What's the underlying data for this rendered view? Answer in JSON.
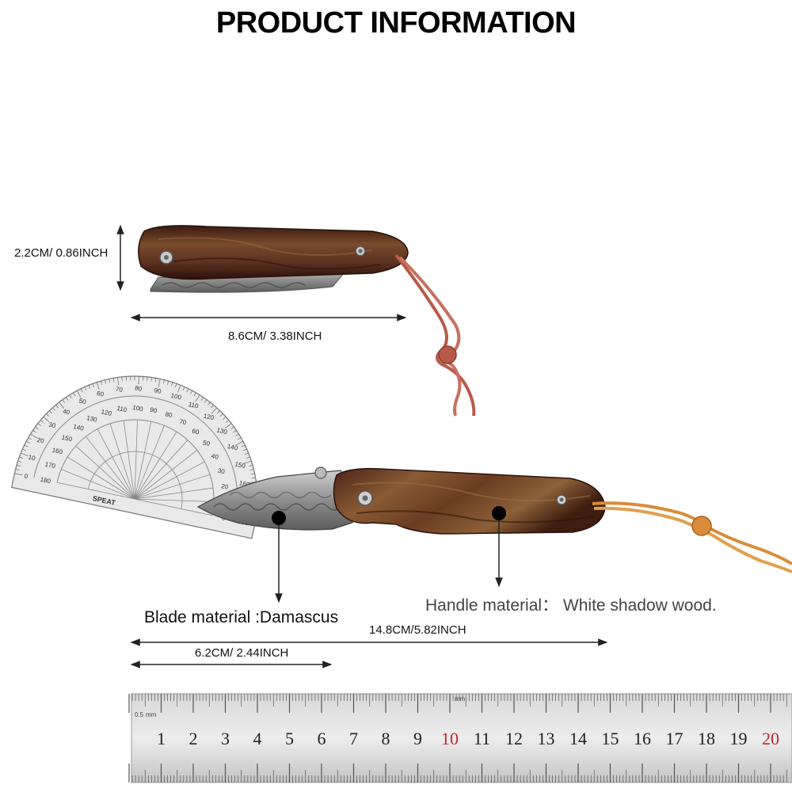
{
  "title": "PRODUCT INFORMATION",
  "dimensions": {
    "height_folded": "2.2CM/ 0.86INCH",
    "length_folded": "8.6CM/  3.38INCH",
    "length_open": "14.8CM/5.82INCH",
    "blade_length": "6.2CM/   2.44INCH"
  },
  "materials": {
    "blade": "Blade material :Damascus",
    "handle": "Handle material：  White shadow wood."
  },
  "ruler": {
    "numbers": [
      "1",
      "2",
      "3",
      "4",
      "5",
      "6",
      "7",
      "8",
      "9",
      "10",
      "11",
      "12",
      "13",
      "14",
      "15",
      "16",
      "17",
      "18",
      "19",
      "20"
    ],
    "unit_label": "mm",
    "corner_label": "0.5"
  },
  "protractor": {
    "brand_label": "SPEAT",
    "angle_labels": [
      "0",
      "10",
      "20",
      "30",
      "40",
      "50",
      "60",
      "70",
      "80",
      "90",
      "100",
      "110",
      "120",
      "130",
      "140",
      "150",
      "160",
      "170",
      "180"
    ]
  },
  "colors": {
    "wood_dark": "#4a2416",
    "wood_mid": "#7a4a2c",
    "cord_top": "#b85a4a",
    "cord_bottom": "#d98c3a",
    "blade": "#8e8e8e"
  }
}
